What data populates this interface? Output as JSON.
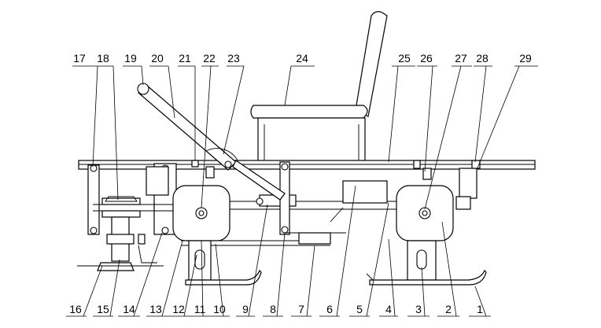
{
  "labels_top": [
    {
      "id": "label-17",
      "text": "17"
    },
    {
      "id": "label-18",
      "text": "18"
    },
    {
      "id": "label-19",
      "text": "19"
    },
    {
      "id": "label-20",
      "text": "20"
    },
    {
      "id": "label-21",
      "text": "21"
    },
    {
      "id": "label-22",
      "text": "22"
    },
    {
      "id": "label-23",
      "text": "23"
    },
    {
      "id": "label-24",
      "text": "24"
    },
    {
      "id": "label-25",
      "text": "25"
    },
    {
      "id": "label-26",
      "text": "26"
    },
    {
      "id": "label-27",
      "text": "27"
    },
    {
      "id": "label-28",
      "text": "28"
    },
    {
      "id": "label-29",
      "text": "29"
    }
  ],
  "labels_bottom": [
    {
      "id": "label-16",
      "text": "16"
    },
    {
      "id": "label-15",
      "text": "15"
    },
    {
      "id": "label-14",
      "text": "14"
    },
    {
      "id": "label-13",
      "text": "13"
    },
    {
      "id": "label-12",
      "text": "12"
    },
    {
      "id": "label-11",
      "text": "11"
    },
    {
      "id": "label-10",
      "text": "10"
    },
    {
      "id": "label-9",
      "text": "9"
    },
    {
      "id": "label-8",
      "text": "8"
    },
    {
      "id": "label-7",
      "text": "7"
    },
    {
      "id": "label-6",
      "text": "6"
    },
    {
      "id": "label-5",
      "text": "5"
    },
    {
      "id": "label-4",
      "text": "4"
    },
    {
      "id": "label-3",
      "text": "3"
    },
    {
      "id": "label-2",
      "text": "2"
    },
    {
      "id": "label-1",
      "text": "1"
    }
  ],
  "colors": {
    "line": "#000000",
    "background": "#ffffff"
  }
}
